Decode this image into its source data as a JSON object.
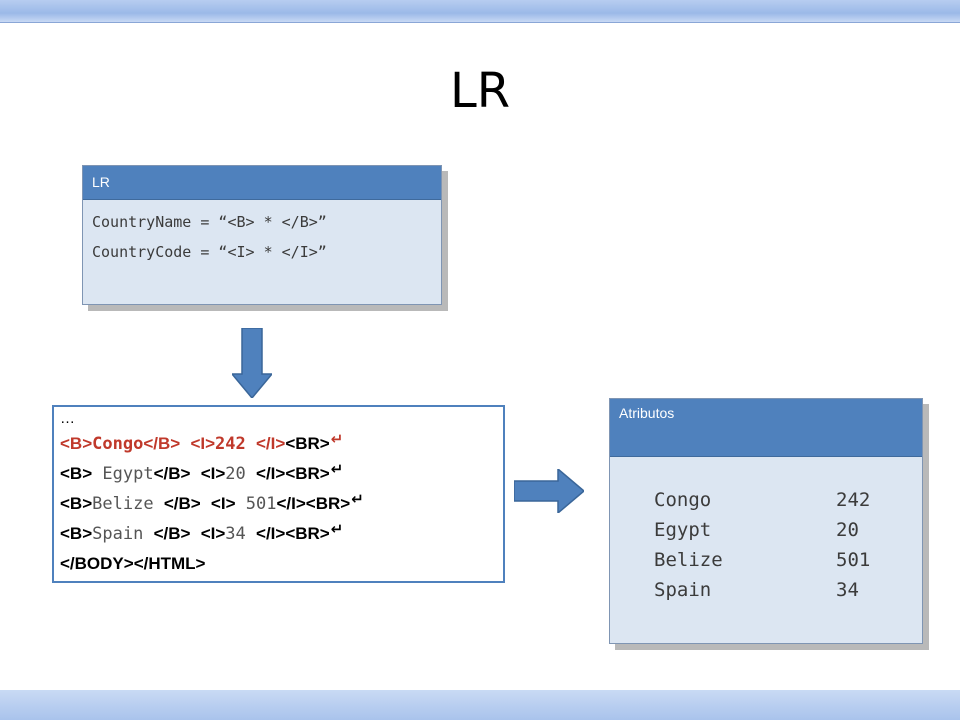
{
  "slide": {
    "title": "LR"
  },
  "lr_box": {
    "header": "LR",
    "rules": [
      "CountryName = “<B> * </B>”",
      "CountryCode = “<I> * </I>”"
    ]
  },
  "html_listing": {
    "ellipsis": "…",
    "rows": [
      {
        "open_b": "<B>",
        "name": "Congo",
        "close_b": "</B>",
        "open_i": "<I>",
        "code": "242",
        "close_i": "</I>",
        "br": "<BR>",
        "return_mark": "↵",
        "highlight": true
      },
      {
        "open_b": "<B>",
        "name": "Egypt",
        "close_b": "</B>",
        "open_i": "<I>",
        "code": "20",
        "close_i": "</I>",
        "br": "<BR>",
        "return_mark": "↵",
        "highlight": false
      },
      {
        "open_b": "<B>",
        "name": "Belize",
        "close_b": "</B>",
        "open_i": "<I>",
        "code": "501",
        "close_i": "</I>",
        "br": "<BR>",
        "return_mark": "↵",
        "highlight": false
      },
      {
        "open_b": "<B>",
        "name": "Spain",
        "close_b": "</B>",
        "open_i": "<I>",
        "code": "34",
        "close_i": "</I>",
        "br": "<BR>",
        "return_mark": "↵",
        "highlight": false
      }
    ],
    "closing": "</BODY></HTML>"
  },
  "atributos_box": {
    "header": "Atributos",
    "rows": [
      {
        "name": "Congo",
        "code": "242"
      },
      {
        "name": "Egypt",
        "code": "20"
      },
      {
        "name": "Belize",
        "code": "501"
      },
      {
        "name": "Spain",
        "code": "34"
      }
    ]
  },
  "colors": {
    "box_header": "#4f81bd",
    "box_fill": "#dce6f2",
    "arrow_fill": "#4f81bd",
    "highlight": "#c0392b"
  },
  "icons": {
    "down_arrow": "down-arrow-icon",
    "right_arrow": "right-arrow-icon",
    "return_mark": "carriage-return-icon"
  }
}
